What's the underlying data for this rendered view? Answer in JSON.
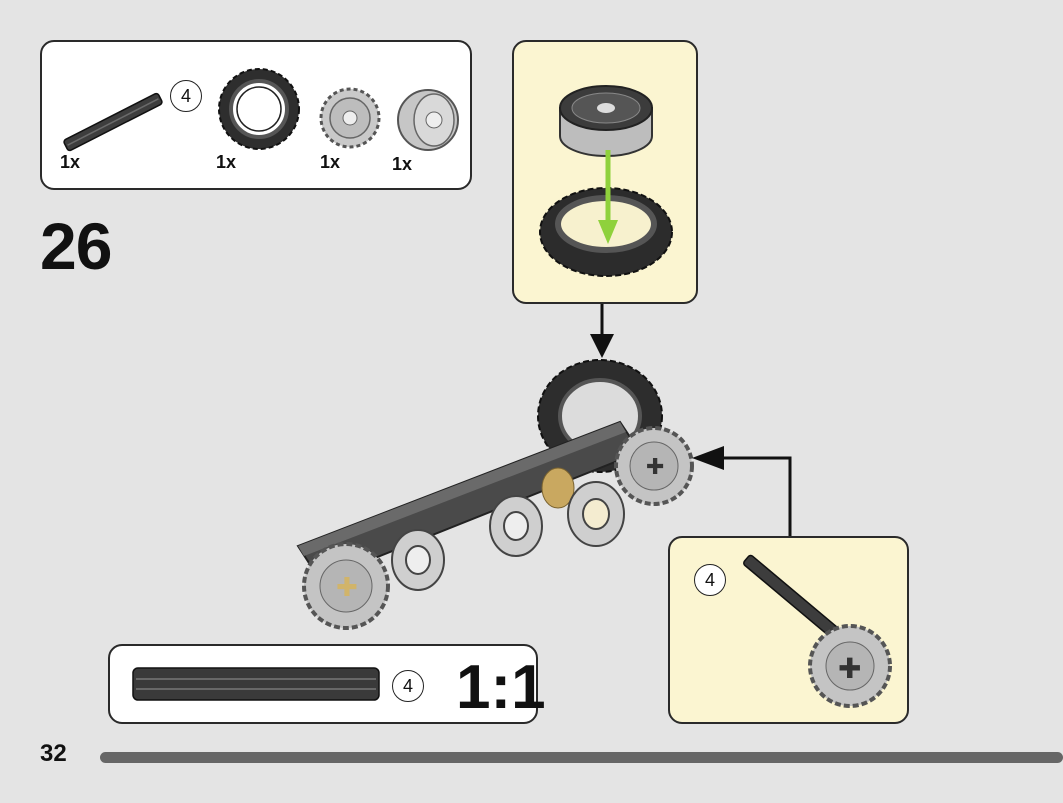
{
  "parts_list": {
    "items": [
      {
        "name": "axle-4",
        "quantity": "1x",
        "size_label": "4"
      },
      {
        "name": "tire",
        "quantity": "1x"
      },
      {
        "name": "gear-16-tooth",
        "quantity": "1x"
      },
      {
        "name": "wheel-hub",
        "quantity": "1x"
      }
    ]
  },
  "step_number": "26",
  "subassembly": {
    "axle_size_label": "4"
  },
  "scale_reference": {
    "axle_size_label": "4",
    "ratio": "1:1"
  },
  "page_number": "32",
  "colors": {
    "panel_background": "#ffffff",
    "callout_background": "#fbf5d1",
    "page_background": "#e4e4e4",
    "arrow_accent": "#8fd13c",
    "part_dark": "#3a3a3a",
    "part_light": "#bdbdbd"
  }
}
